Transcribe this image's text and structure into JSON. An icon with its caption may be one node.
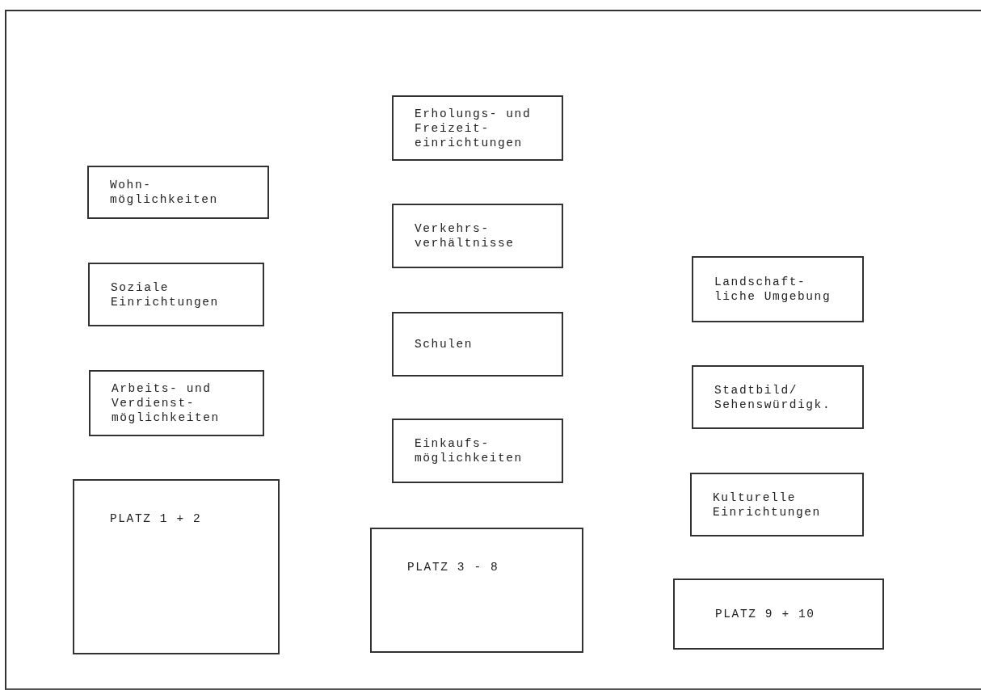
{
  "diagram": {
    "nodes": [
      {
        "text": [
          "Wohn- möglichkeiten"
        ]
      },
      {
        "text": [
          "Soziale Einrichtungen"
        ]
      },
      {
        "text": [
          "Arbeits- und Verdienst- möglichkeiten"
        ]
      },
      {
        "text": [
          "PLATZ 1 + 2"
        ]
      },
      {
        "text": [
          "Erholungs- und Freizeit- einrichtungen"
        ]
      },
      {
        "text": [
          "Verkehrs- verhältnisse"
        ]
      },
      {
        "text": [
          "Schulen"
        ]
      },
      {
        "text": [
          "Einkaufs- möglichkeiten"
        ]
      },
      {
        "text": [
          "PLATZ 3 - 8"
        ]
      },
      {
        "text": [
          "Landschaft- liche Umgebung"
        ]
      },
      {
        "text": [
          "Stadtbild/ Sehenswürdigk."
        ]
      },
      {
        "text": [
          "Kulturelle Einrichtungen"
        ]
      },
      {
        "text": [
          "PLATZ 9 + 10"
        ]
      }
    ],
    "edges": []
  }
}
